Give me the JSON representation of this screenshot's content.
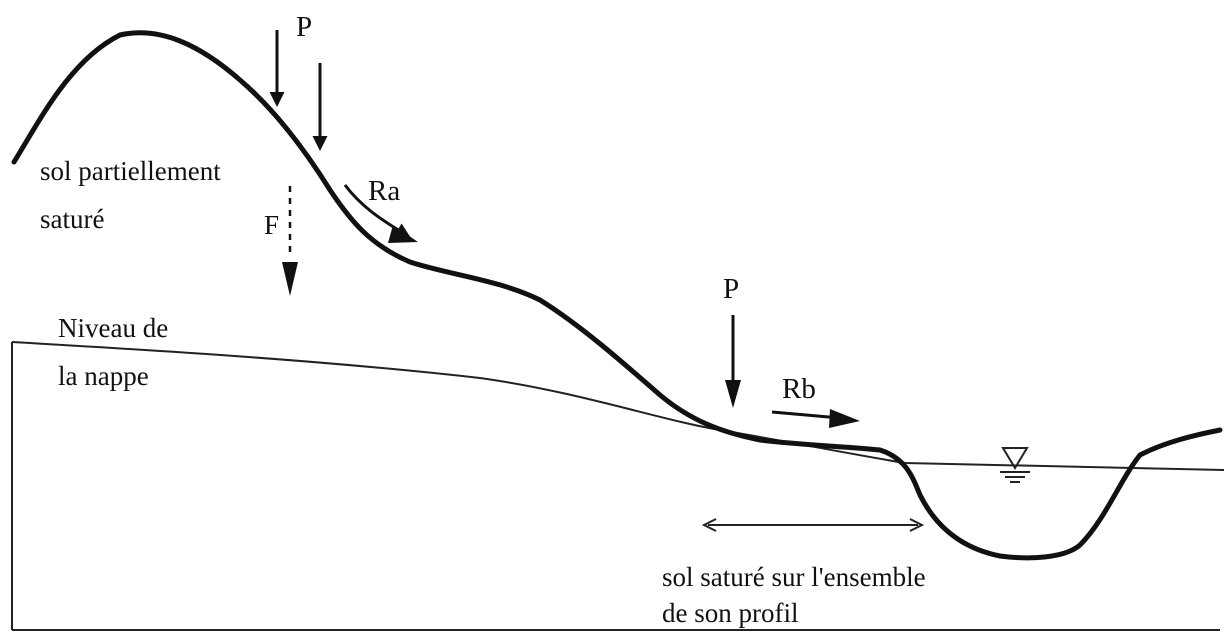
{
  "labels": {
    "precip_upper": "P",
    "runoff_a": "Ra",
    "infiltration": "F",
    "unsaturated_soil_line1": "sol partiellement",
    "unsaturated_soil_line2": "saturé",
    "water_table_line1": "Niveau de",
    "water_table_line2": "la nappe",
    "precip_lower": "P",
    "runoff_b": "Rb",
    "saturated_soil_line1": "sol saturé sur l'ensemble",
    "saturated_soil_line2": "de son profil"
  },
  "icons": {
    "water_level_marker": "inverted-triangle-water-level-icon"
  }
}
